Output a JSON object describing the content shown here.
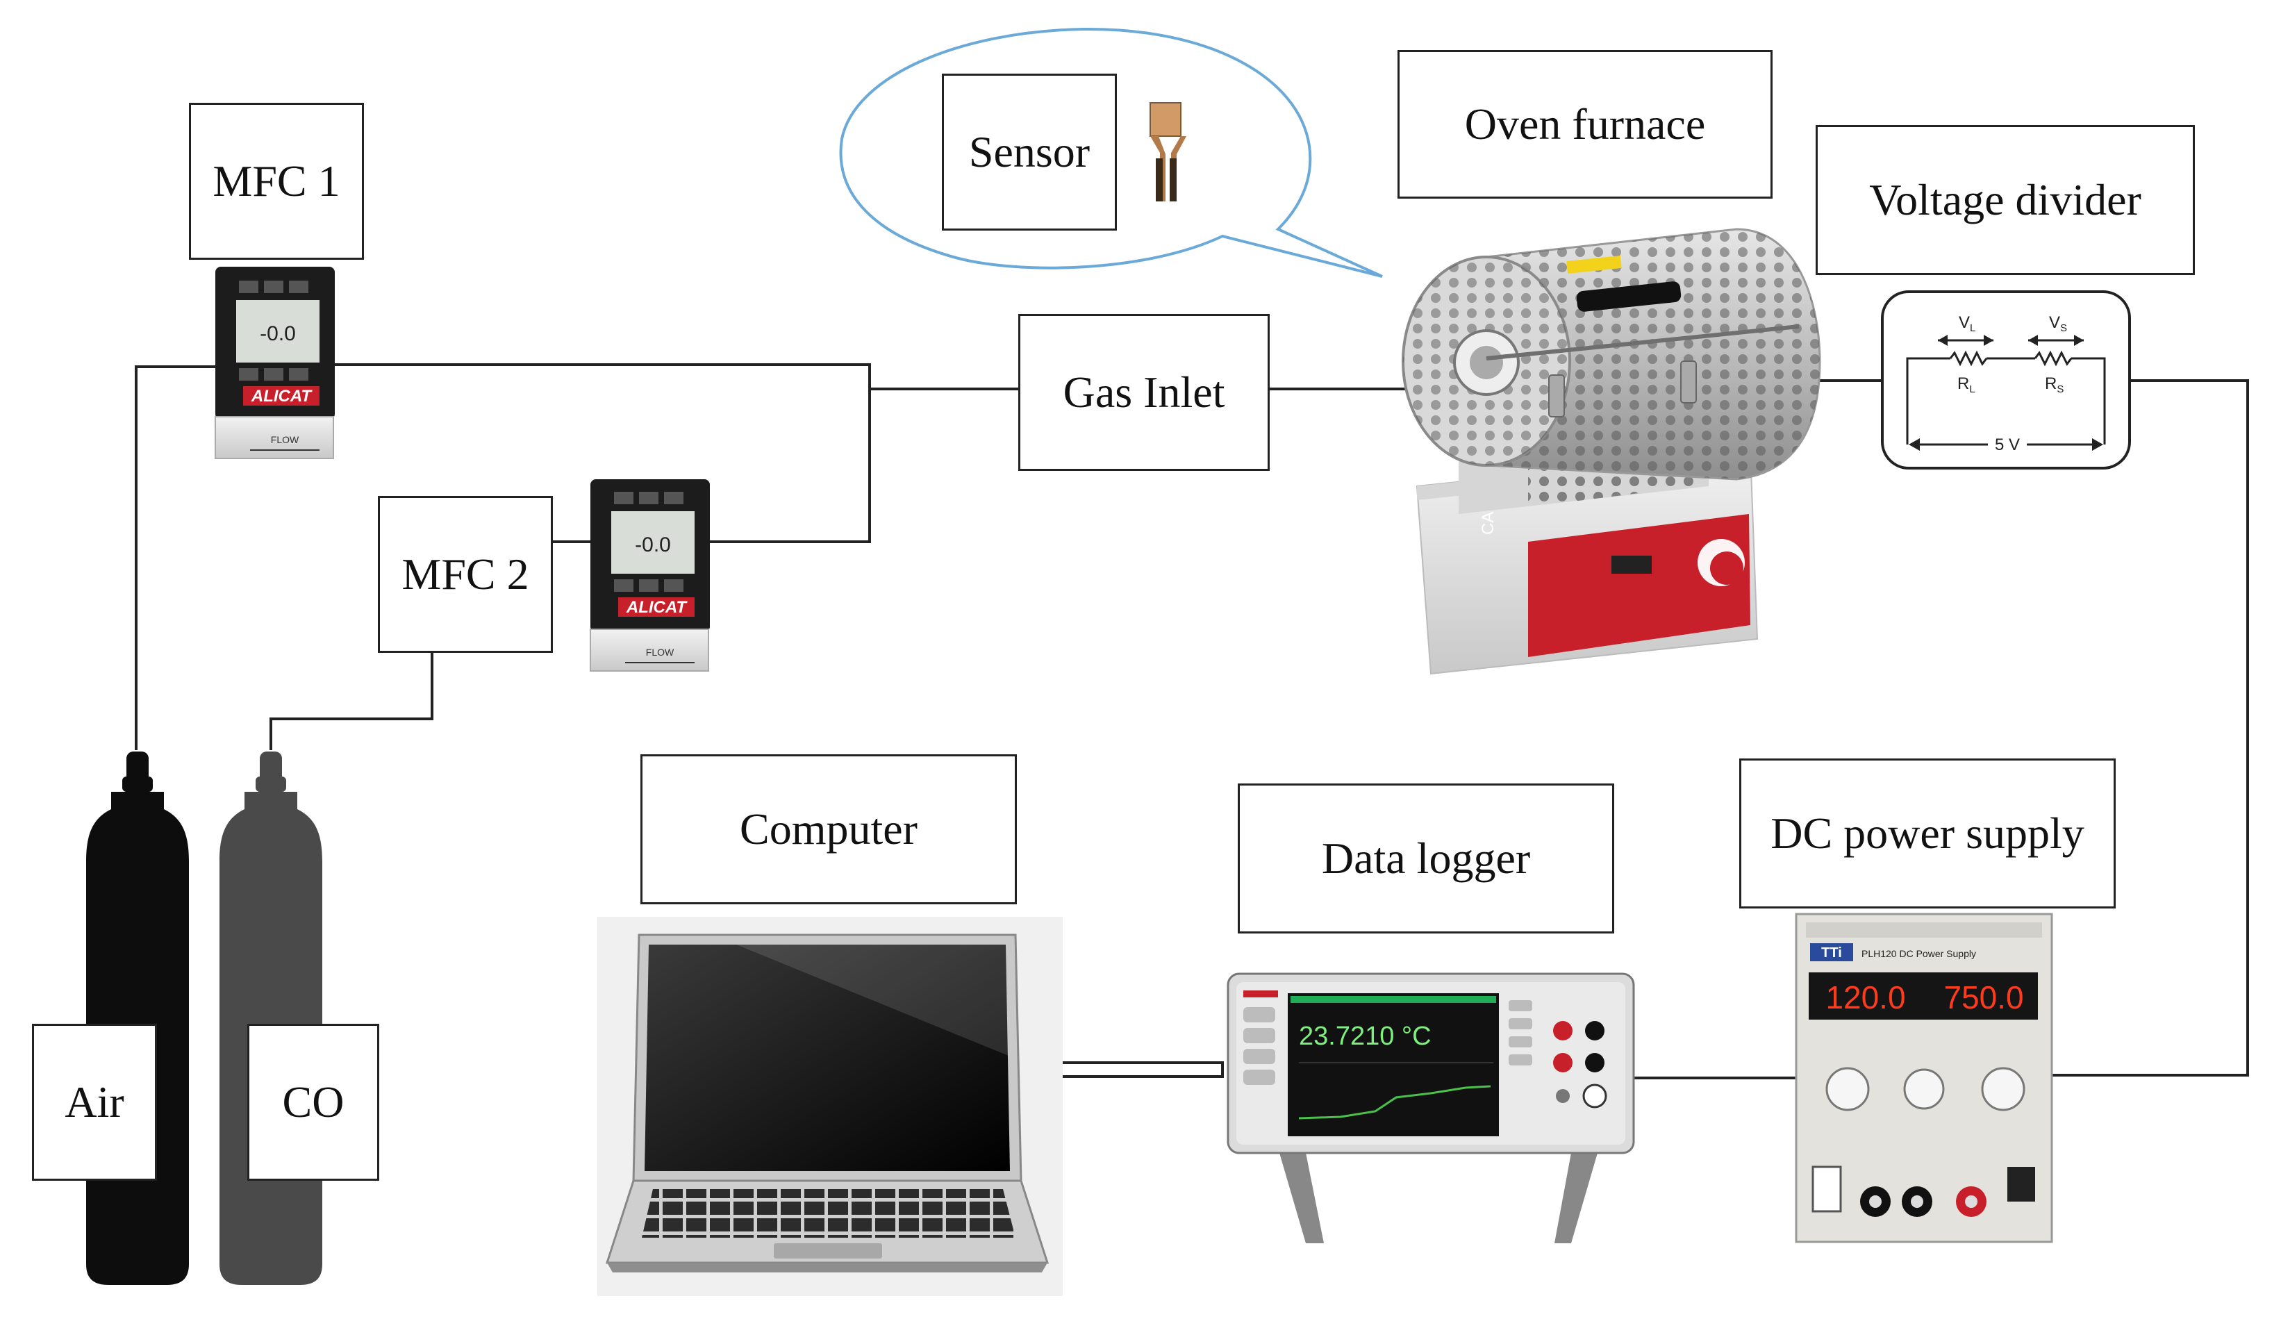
{
  "labels": {
    "mfc1": "MFC 1",
    "mfc2": "MFC 2",
    "sensor": "Sensor",
    "oven": "Oven furnace",
    "gas_inlet": "Gas Inlet",
    "voltage_divider": "Voltage divider",
    "computer": "Computer",
    "data_logger": "Data logger",
    "dc_power": "DC power supply",
    "air": "Air",
    "co": "CO"
  },
  "circuit": {
    "vl": "V",
    "vl_sub": "L",
    "vs": "V",
    "vs_sub": "S",
    "rl": "R",
    "rl_sub": "L",
    "rs": "R",
    "rs_sub": "S",
    "supply": "5 V"
  },
  "devices": {
    "mfc_brand": "ALICAT",
    "mfc_flow": "FLOW",
    "mfc_reading": "-0.0",
    "logger_reading": "23.7210 °C",
    "psu_voltage": "120.0",
    "psu_current": "750.0",
    "psu_brand": "TTi",
    "psu_model": "PLH120  DC Power Supply",
    "furnace_brand": "CARBOLITE GERO"
  },
  "colors": {
    "line": "#222222",
    "air_cylinder": "#0d0d0d",
    "co_cylinder": "#4a4a4a",
    "bubble": "#6aa9d8",
    "furnace_red": "#c8202a",
    "display_green": "#7df07d",
    "psu_red_digits": "#ff3b1e"
  }
}
